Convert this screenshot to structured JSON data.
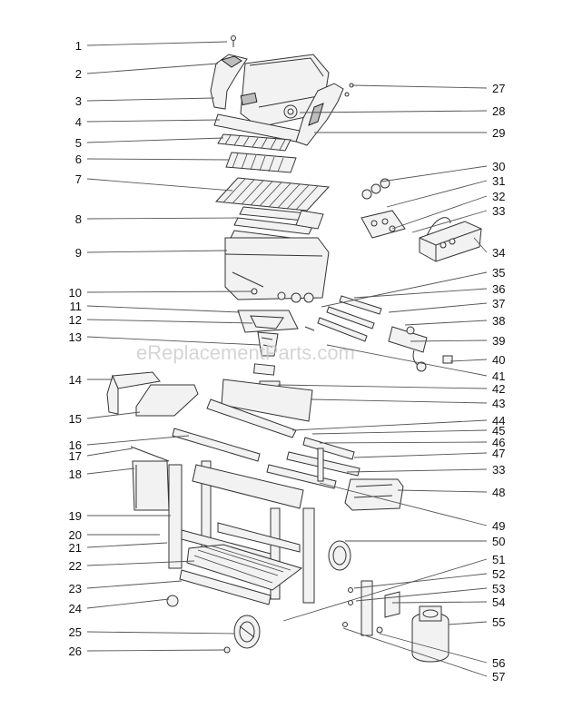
{
  "watermark": "eReplacementParts.com",
  "left_labels": [
    {
      "num": "1"
    },
    {
      "num": "2"
    },
    {
      "num": "3"
    },
    {
      "num": "4"
    },
    {
      "num": "5"
    },
    {
      "num": "6"
    },
    {
      "num": "7"
    },
    {
      "num": "8"
    },
    {
      "num": "9"
    },
    {
      "num": "10"
    },
    {
      "num": "11"
    },
    {
      "num": "12"
    },
    {
      "num": "13"
    },
    {
      "num": "14"
    },
    {
      "num": "15"
    },
    {
      "num": "16"
    },
    {
      "num": "17"
    },
    {
      "num": "18"
    },
    {
      "num": "19"
    },
    {
      "num": "20"
    },
    {
      "num": "21"
    },
    {
      "num": "22"
    },
    {
      "num": "23"
    },
    {
      "num": "24"
    },
    {
      "num": "25"
    },
    {
      "num": "26"
    }
  ],
  "right_labels": [
    {
      "num": "27"
    },
    {
      "num": "28"
    },
    {
      "num": "29"
    },
    {
      "num": "30"
    },
    {
      "num": "31"
    },
    {
      "num": "32"
    },
    {
      "num": "33"
    },
    {
      "num": "34"
    },
    {
      "num": "35"
    },
    {
      "num": "36"
    },
    {
      "num": "37"
    },
    {
      "num": "38"
    },
    {
      "num": "39"
    },
    {
      "num": "40"
    },
    {
      "num": "41"
    },
    {
      "num": "42"
    },
    {
      "num": "43"
    },
    {
      "num": "44"
    },
    {
      "num": "45"
    },
    {
      "num": "46"
    },
    {
      "num": "47"
    },
    {
      "num": "33"
    },
    {
      "num": "48"
    },
    {
      "num": "49"
    },
    {
      "num": "50"
    },
    {
      "num": "51"
    },
    {
      "num": "52"
    },
    {
      "num": "53"
    },
    {
      "num": "54"
    },
    {
      "num": "55"
    },
    {
      "num": "56"
    },
    {
      "num": "57"
    }
  ]
}
